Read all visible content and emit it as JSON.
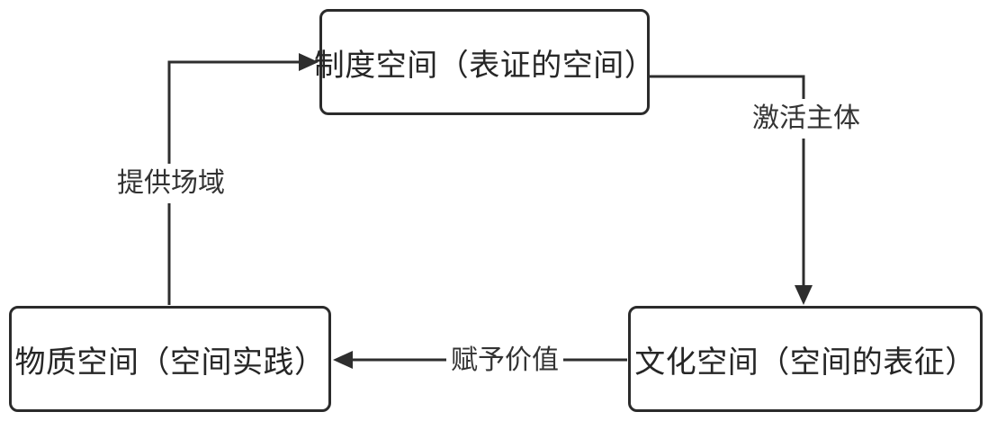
{
  "diagram": {
    "background_color": "#ffffff",
    "line_color": "#2e2e2e",
    "node_border_color": "#2b2b2b",
    "text_color": "#262626",
    "nodes": [
      {
        "id": "institutional-space",
        "label": "制度空间（表证的空间）"
      },
      {
        "id": "material-space",
        "label": "物质空间（空间实践）"
      },
      {
        "id": "cultural-space",
        "label": "文化空间（空间的表征）"
      }
    ],
    "edges": [
      {
        "from": "material-space",
        "to": "institutional-space",
        "label": "提供场域",
        "shape": "up-then-right",
        "arrowhead": "right"
      },
      {
        "from": "institutional-space",
        "to": "cultural-space",
        "label": "激活主体",
        "shape": "right-then-down",
        "arrowhead": "down"
      },
      {
        "from": "cultural-space",
        "to": "material-space",
        "label": "赋予价值",
        "shape": "straight-left",
        "arrowhead": "left"
      }
    ]
  }
}
